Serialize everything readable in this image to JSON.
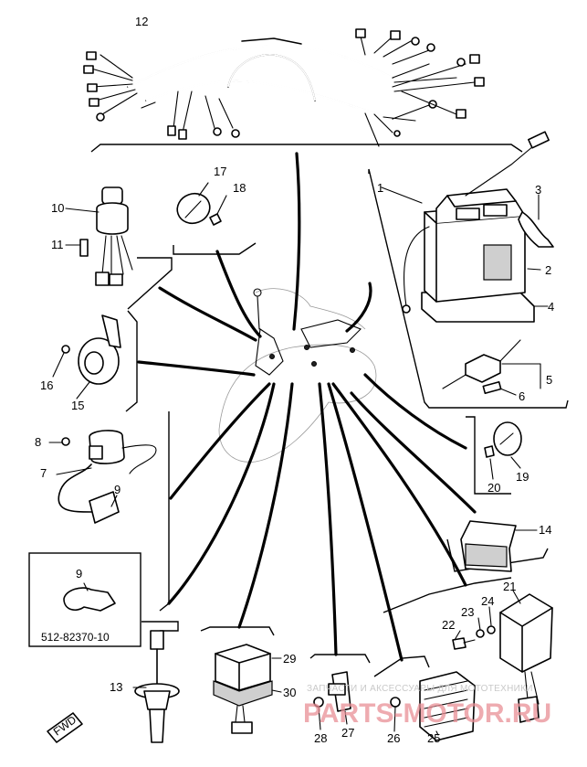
{
  "callouts": {
    "n1": "1",
    "n2": "2",
    "n3": "3",
    "n4": "4",
    "n5": "5",
    "n6": "6",
    "n7": "7",
    "n8": "8",
    "n9": "9",
    "n9b": "9",
    "n10": "10",
    "n11": "11",
    "n12": "12",
    "n13": "13",
    "n14": "14",
    "n15": "15",
    "n16": "16",
    "n17": "17",
    "n18": "18",
    "n19": "19",
    "n20": "20",
    "n21": "21",
    "n22": "22",
    "n23": "23",
    "n24": "24",
    "n25": "25",
    "n26": "26",
    "n27": "27",
    "n28": "28",
    "n29": "29",
    "n30": "30"
  },
  "inset": {
    "part_code": "512-82370-10"
  },
  "fwd_mark": "FWD",
  "watermark": {
    "line1": "ЗАПЧАСТИ И АКСЕССУАРЫ ДЛЯ МОТОТЕХНИКИ",
    "line2": "PARTS-MOTOR.RU"
  }
}
